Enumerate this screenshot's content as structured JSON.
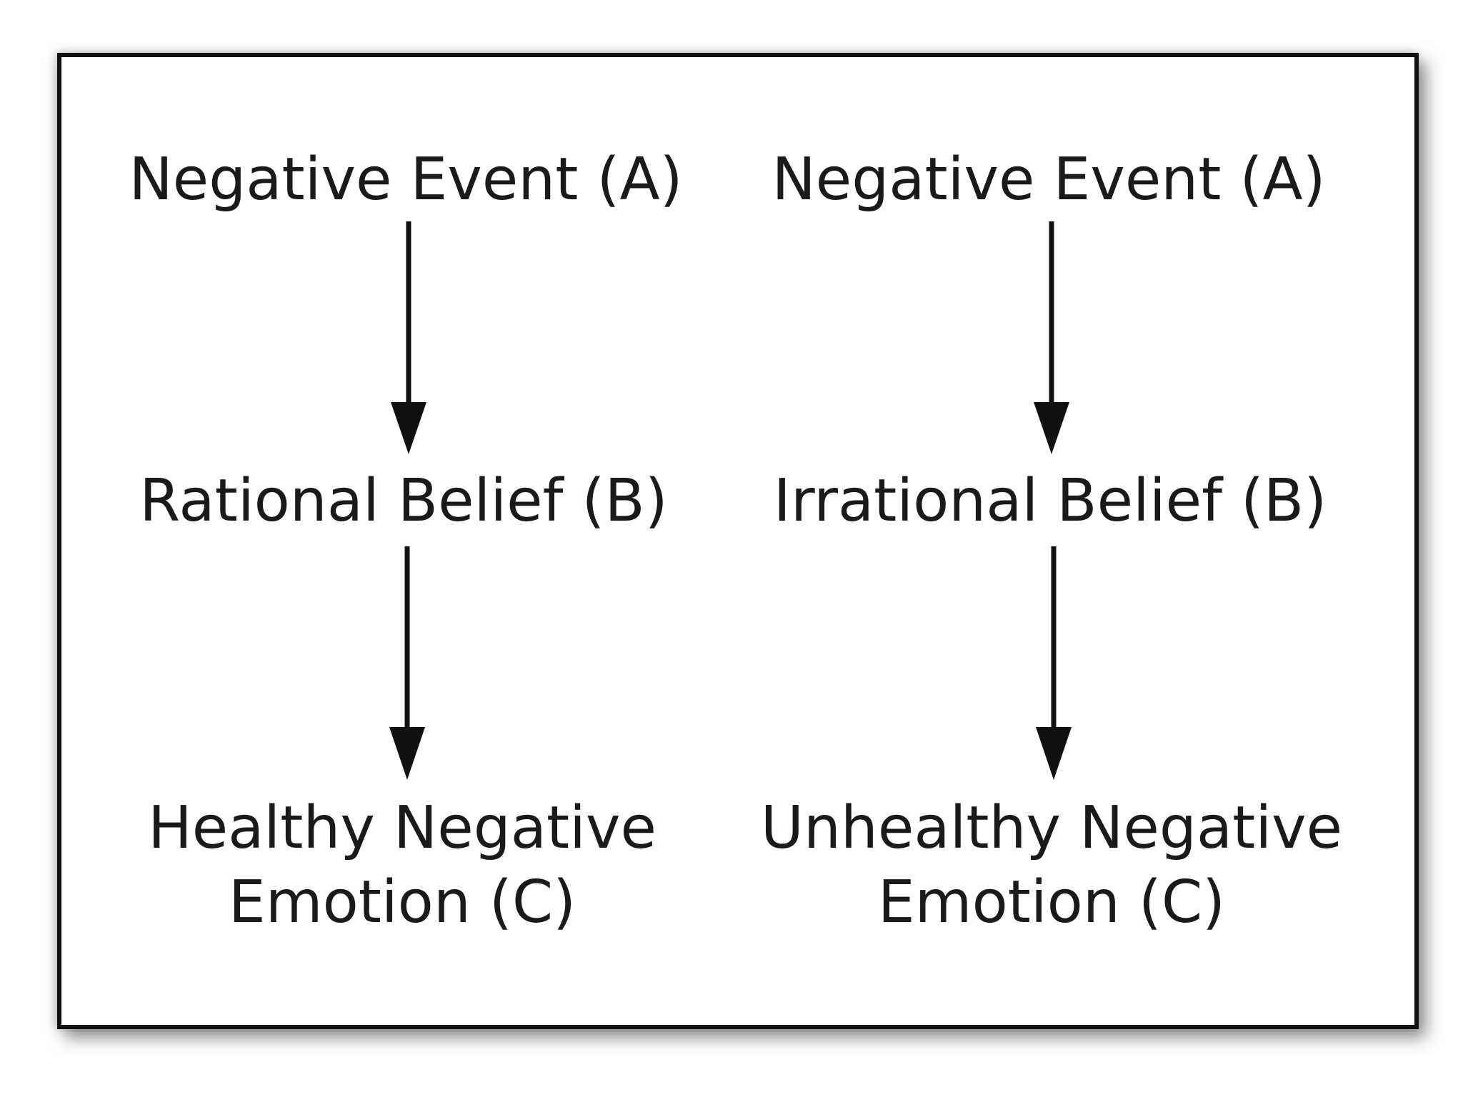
{
  "diagram": {
    "left_column": {
      "event": "Negative Event (A)",
      "belief": "Rational Belief (B)",
      "emotion_line1": "Healthy Negative",
      "emotion_line2": "Emotion (C)"
    },
    "right_column": {
      "event": "Negative Event (A)",
      "belief": "Irrational Belief (B)",
      "emotion_line1": "Unhealthy Negative",
      "emotion_line2": "Emotion (C)"
    },
    "edges": [
      {
        "from": "left_column.event",
        "to": "left_column.belief"
      },
      {
        "from": "left_column.belief",
        "to": "left_column.emotion"
      },
      {
        "from": "right_column.event",
        "to": "right_column.belief"
      },
      {
        "from": "right_column.belief",
        "to": "right_column.emotion"
      }
    ],
    "colors": {
      "text": "#1a1a1a",
      "arrow": "#111111",
      "frame": "#111111",
      "background": "#ffffff"
    }
  }
}
